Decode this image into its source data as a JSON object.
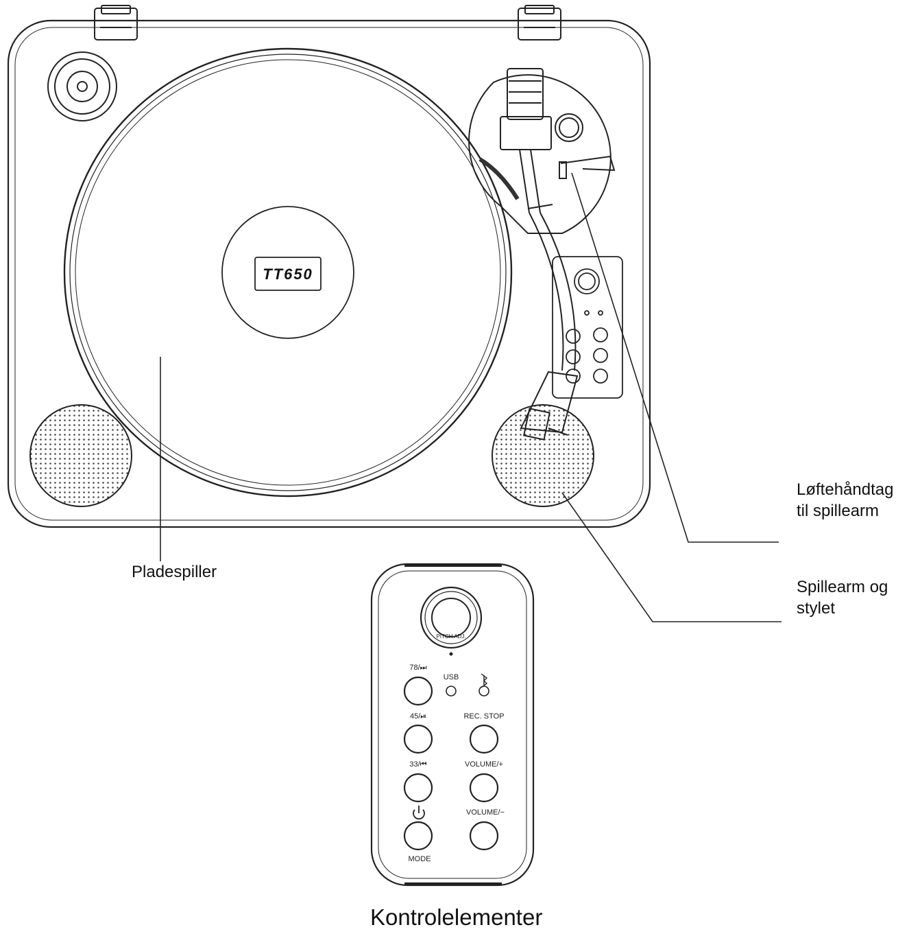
{
  "model_label": "TT650",
  "callouts": {
    "turntable": "Pladespiller",
    "lift_lever_line1": "Løftehåndtag",
    "lift_lever_line2": "til spillearm",
    "tonearm_line1": "Spillearm og",
    "tonearm_line2": "stylet"
  },
  "control_panel": {
    "caption": "Kontrolelementer",
    "led_usb": "USB",
    "btn_78": "78/⏭",
    "btn_45": "45/⏯",
    "btn_33": "33/⏮",
    "btn_rec": "REC. STOP",
    "btn_vol_up": "VOLUME/+",
    "btn_vol_down": "VOLUME/−",
    "btn_mode": "MODE",
    "knob_text": "PITCH ADJ."
  }
}
